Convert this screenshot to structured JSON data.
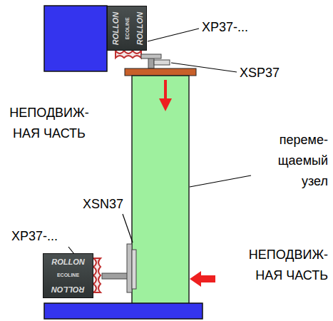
{
  "diagram": {
    "nodes": [
      {
        "text": [
          "ROLLON",
          "ECOLINE",
          "ROLLON"
        ]
      },
      {
        "text": [
          "ROLLON",
          "ECOLINE",
          "ROLLON"
        ]
      }
    ],
    "labels": [
      "XP37-...",
      "XSP37",
      "НЕПОДВИЖ- НАЯ ЧАСТЬ",
      "переме- щаемый узел",
      "XSN37",
      "XP37-...",
      "НЕПОДВИЖ- НАЯ ЧАСТЬ"
    ]
  }
}
